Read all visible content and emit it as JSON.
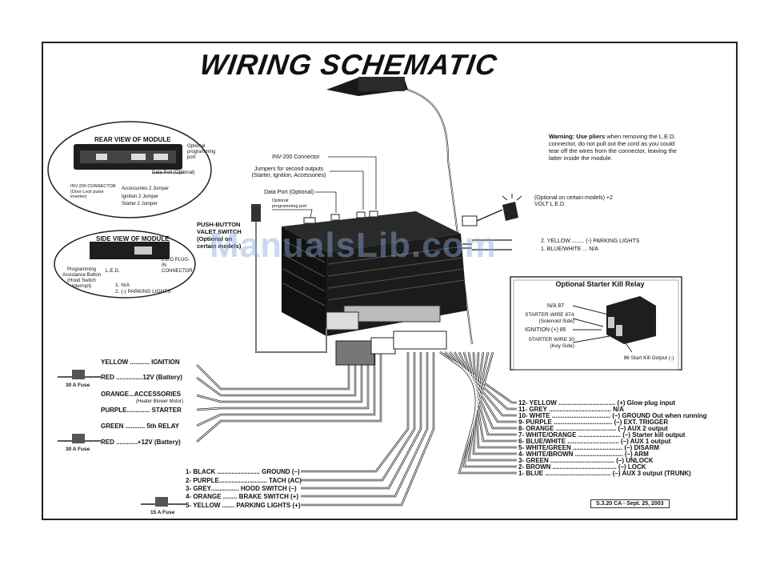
{
  "title": "WIRING SCHEMATIC",
  "warning": {
    "bold": "Warning: Use pliers",
    "text": " when removing the L.E.D. connector, do not pull out the cord as you could tear off the wires from the connector, leaving the latter inside the module."
  },
  "rear_view": {
    "title": "REAR VIEW OF MODULE",
    "optional_port": "Optional programming port",
    "data_port": "Data Port (Optional)",
    "inv_connector": "INV-200 CONNECTOR (Door Lock pulse inverter)",
    "jumpers": [
      "Accessories 2 Jumper",
      "Ignition 2 Jumper",
      "Starter 2 Jumper"
    ]
  },
  "side_view": {
    "title": "SIDE VIEW OF MODULE",
    "led": "L.E.D.",
    "led_plug": "L.E.D PLUG-IN CONNECTOR",
    "programming": "Programming Assistance Button (Hood Switch Interrupt)",
    "items": [
      "1. N/A",
      "2. (-) PARKING LIGHTS"
    ]
  },
  "top_labels": {
    "inv200": "INV-200 Connector",
    "jumpers": "Jumpers for second outputs (Starter, Ignition, Accessories)",
    "data_port": "Data Port (Optional)",
    "opt_port": "Optional programming port",
    "push_button": "PUSH-BUTTON VALET SWITCH (Optional on certain models)",
    "led_opt": "(Optional on certain models) +2 VOLT L.E.D.",
    "parking": "2. YELLOW ........ (-) PARKING LIGHTS",
    "na": "1. BLUE/WHITE ... N/A"
  },
  "relay": {
    "title": "Optional Starter Kill Relay",
    "na87": "N/A 87",
    "wire87a": "STARTER WIRE 87A (Solenoid Side)",
    "ign85": "IGNITION (+) 85",
    "wire30": "STARTER WIRE 30 (Key Side)",
    "out86": "86 Start Kill Output (-)"
  },
  "left_wires": [
    "YELLOW ........... IGNITION",
    "RED ...............12V (Battery)",
    "ORANGE...ACCESSORIES",
    "(Heater Blower Motor)",
    "PURPLE............. STARTER",
    "GREEN ........... 5th RELAY",
    "RED ............+12V (Battery)"
  ],
  "fuses": [
    "30 A Fuse",
    "30 A Fuse",
    "15 A Fuse"
  ],
  "bottom_wires": [
    "1- BLACK ........................ GROUND (–)",
    "2- PURPLE........................... TACH (AC)",
    "3- GREY................ HOOD SWITCH (–)",
    "4- ORANGE ........ BRAKE SWITCH (+)",
    "5- YELLOW ....... PARKING LIGHTS (+)"
  ],
  "right_wires": [
    "12- YELLOW ................................ (+) Glow plug input",
    "11- GREY ................................... N/A",
    "10- WHITE ................................. (–) GROUND Out when running",
    "9- PURPLE ................................. (–) EXT. TRIGGER",
    "8- ORANGE .................................. (–) AUX 2 output",
    "7- WHITE/ORANGE ........................ (–) Starter kill output",
    "6- BLUE/WHITE ............................. (–) AUX 1 output",
    "5- WHITE/GREEN ............................ (–) DISARM",
    "4- WHITE/BROWN ........................... (–) ARM",
    "3- GREEN .................................... (–) UNLOCK",
    "2- BROWN .................................... (–) LOCK",
    "1- BLUE ..................................... (–) AUX 3 output (TRUNK)"
  ],
  "revision": "S.3.20 CA - Sept. 25, 2003",
  "watermark": "ManualsLib.com"
}
